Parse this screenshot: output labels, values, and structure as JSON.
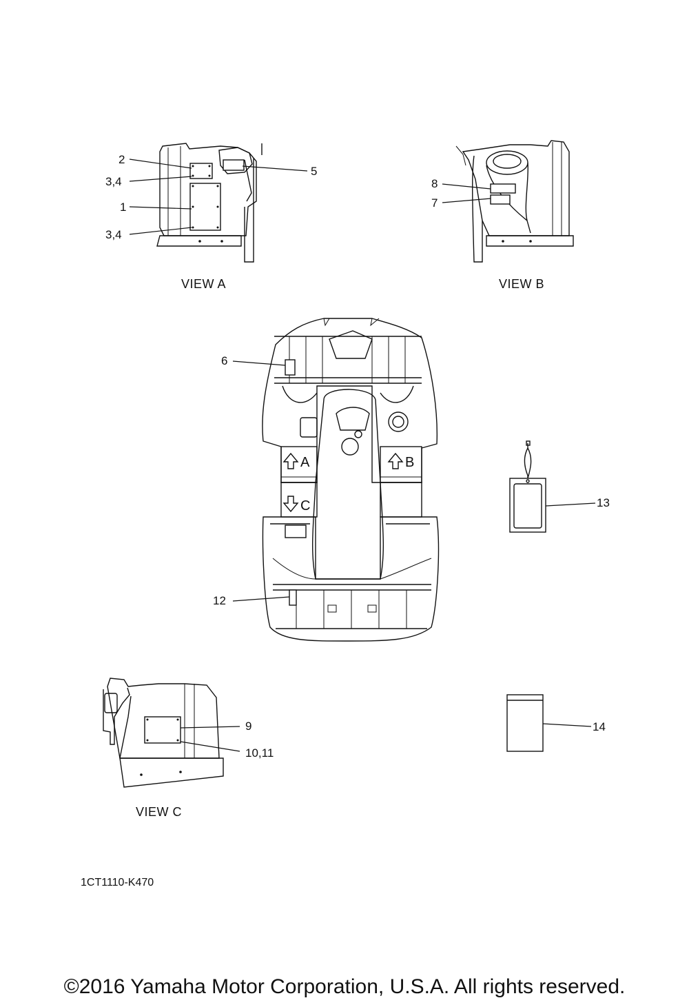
{
  "views": {
    "view_a": "VIEW A",
    "view_b": "VIEW B",
    "view_c": "VIEW C"
  },
  "callouts": {
    "c1": "1",
    "c2": "2",
    "c34a": "3,4",
    "c34b": "3,4",
    "c5": "5",
    "c6": "6",
    "c7": "7",
    "c8": "8",
    "c9": "9",
    "c1011": "10,11",
    "c12": "12",
    "c13": "13",
    "c14": "14"
  },
  "arrows": {
    "a": "A",
    "b": "B",
    "c": "C"
  },
  "drawing_code": "1CT1110-K470",
  "copyright": "©2016 Yamaha Motor Corporation, U.S.A. All rights reserved."
}
